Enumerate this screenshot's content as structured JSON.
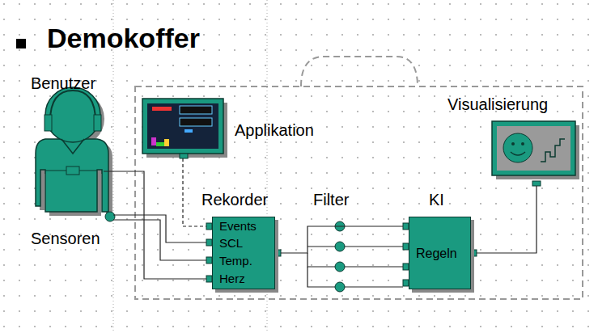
{
  "diagram": {
    "title": "Demokoffer",
    "nodes": [
      {
        "text": [
          "Benutzer",
          "Sensoren"
        ]
      },
      {
        "text": [
          "Applikation"
        ]
      },
      {
        "text": [
          "Visualisierung"
        ]
      },
      {
        "text": [
          "Rekorder",
          "Events",
          "SCL",
          "Temp.",
          "Herz"
        ]
      },
      {
        "text": [
          "KI",
          "Regeln"
        ]
      }
    ],
    "edges": [
      {
        "from": 0,
        "to": 3,
        "arrow": "none"
      },
      {
        "from": 1,
        "to": 3,
        "arrow": "none"
      },
      {
        "from": 3,
        "to": 4,
        "arrow": "none"
      },
      {
        "from": 4,
        "to": 2,
        "arrow": "none"
      }
    ],
    "labels": [
      "Filter"
    ]
  }
}
